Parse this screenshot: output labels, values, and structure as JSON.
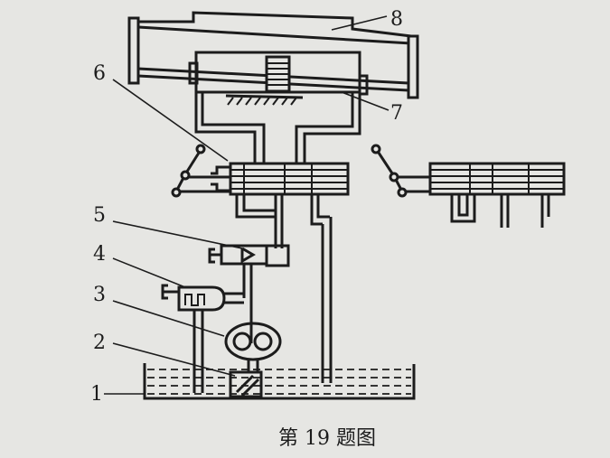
{
  "labels": {
    "l1": "1",
    "l2": "2",
    "l3": "3",
    "l4": "4",
    "l5": "5",
    "l6": "6",
    "l7": "7",
    "l8": "8"
  },
  "caption": "第 19 题图",
  "colors": {
    "background": "#e6e6e3",
    "ink": "#1c1c1c"
  }
}
